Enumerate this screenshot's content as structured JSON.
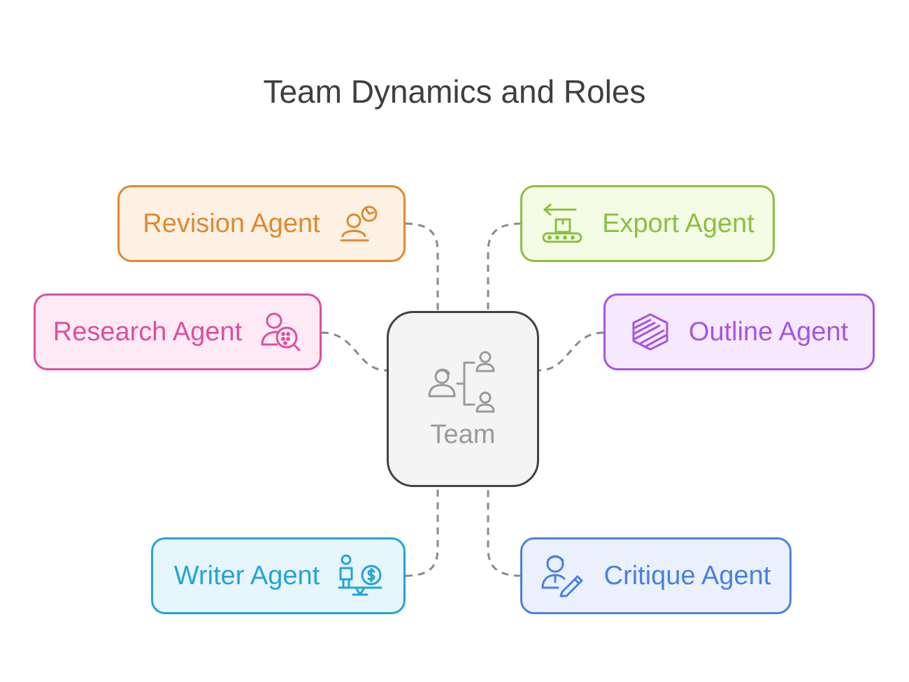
{
  "title": "Team Dynamics and Roles",
  "center": {
    "label": "Team",
    "icon": "team-hierarchy-icon",
    "border_color": "#434343",
    "fill_color": "#f4f4f4"
  },
  "agents": [
    {
      "id": "revision",
      "label": "Revision Agent",
      "icon": "person-refresh-icon",
      "color": "#e0882f",
      "fill": "#fdf1e4"
    },
    {
      "id": "export",
      "label": "Export Agent",
      "icon": "conveyor-export-icon",
      "color": "#8cbf3f",
      "fill": "#f3fbe5"
    },
    {
      "id": "research",
      "label": "Research Agent",
      "icon": "person-search-icon",
      "color": "#dd4f9c",
      "fill": "#fdeaf4"
    },
    {
      "id": "outline",
      "label": "Outline Agent",
      "icon": "layered-cube-icon",
      "color": "#a655e0",
      "fill": "#f6e9fd"
    },
    {
      "id": "writer",
      "label": "Writer Agent",
      "icon": "person-balance-icon",
      "color": "#22a4d6",
      "fill": "#e6f6fc"
    },
    {
      "id": "critique",
      "label": "Critique Agent",
      "icon": "person-pen-icon",
      "color": "#4a80e0",
      "fill": "#eaf1fd"
    }
  ]
}
